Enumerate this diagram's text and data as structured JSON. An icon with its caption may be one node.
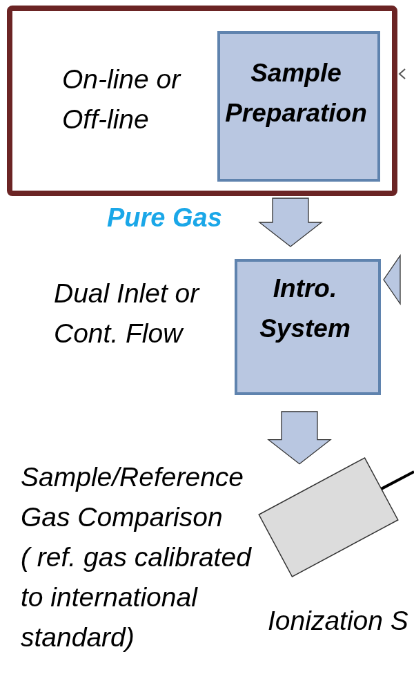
{
  "diagram": {
    "nodes": [
      {
        "text": [
          "On-line or Off-line"
        ]
      },
      {
        "text": [
          "Sample Preparation"
        ],
        "in": 0
      },
      {
        "text": [
          "Intro. System"
        ],
        "beside": [
          "Dual Inlet or Cont. Flow"
        ]
      },
      {
        "text": [],
        "shape": "box"
      }
    ],
    "edges": [
      {
        "from": 1,
        "to": 2,
        "arrow": "to",
        "label": "Pure Gas"
      },
      {
        "from": 2,
        "to": 3,
        "arrow": "to"
      },
      {
        "from": null,
        "to": 0,
        "arrow": "to"
      },
      {
        "from": null,
        "to": 2,
        "arrow": "to"
      },
      {
        "from": 3,
        "to": null,
        "arrow": "none",
        "style": "thick"
      }
    ],
    "labels": [
      "Sample/Reference Gas Comparison",
      "( ref. gas calibrated to international standard)",
      "Ionization S"
    ]
  }
}
